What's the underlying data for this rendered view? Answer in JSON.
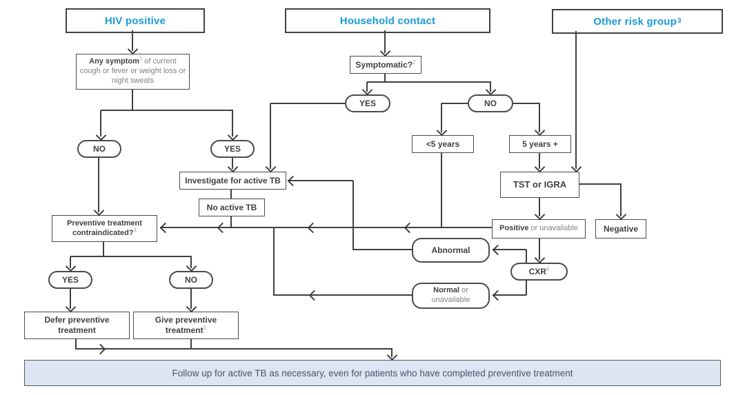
{
  "figure": {
    "entry_points": {
      "hiv": "HIV positive",
      "household": "Household contact",
      "other_risk": "Other risk group",
      "other_risk_sup": "3"
    },
    "nodes": {
      "any_symptom_bold": "Any symptom",
      "any_symptom_sup": "1",
      "any_symptom_rest": " of current cough or fever or weight loss or night sweats",
      "symptomatic": "Symptomatic?",
      "symptomatic_sup": "2",
      "yes": "YES",
      "no": "NO",
      "under5": "<5 years",
      "over5": "5 years +",
      "tst": "TST or IGRA",
      "positive_bold": "Positive",
      "positive_rest": " or unavailable",
      "negative": "Negative",
      "investigate": "Investigate for active TB",
      "no_active_tb": "No active TB",
      "contra_line1": "Preventive treatment",
      "contra_line2": "contraindicated?",
      "contra_sup": "4",
      "abnormal": "Abnormal",
      "cxr": "CXR",
      "cxr_sup": "6",
      "normal_bold": "Normal",
      "normal_rest": " or",
      "normal_rest2": "unavailable",
      "defer_line1": "Defer preventive",
      "defer_line2": "treatment",
      "give_line1": "Give preventive",
      "give_line2": "treatment",
      "give_sup": "5"
    },
    "banner": "Follow up for active TB as necessary, even for patients who have completed preventive treatment",
    "colors": {
      "accent_blue": "#189cd8",
      "line": "#3f3f3f",
      "box_border": "#4a4a4a",
      "bold_text": "#404040",
      "muted_text": "#808080",
      "banner_bg": "#dce6f2",
      "banner_text": "#44546a"
    }
  }
}
